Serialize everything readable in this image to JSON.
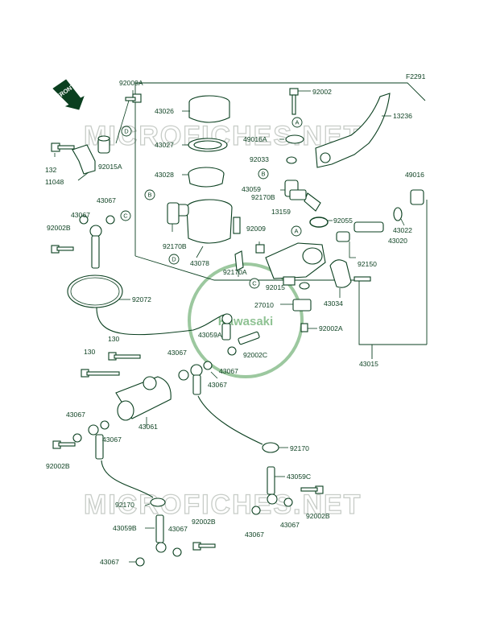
{
  "figure_code": "F2291",
  "watermark": {
    "text": "MICROFICHES.NET"
  },
  "badge": {
    "brand": "Kawasaki"
  },
  "front_label": "FRONT",
  "refs": [
    "A",
    "B",
    "C",
    "D"
  ],
  "labels": {
    "p92009A": "92009A",
    "p132": "132",
    "p92015A": "92015A",
    "p11048": "11048",
    "p43067_a": "43067",
    "p43067_b": "43067",
    "p92002B_a": "92002B",
    "p92072": "92072",
    "p130_a": "130",
    "p130_b": "130",
    "p43061": "43061",
    "p43067_c": "43067",
    "p43067_d": "43067",
    "p92002B_b": "92002B",
    "p92170_a": "92170",
    "p43059B": "43059B",
    "p43067_e": "43067",
    "p92002B_c": "92002B",
    "p43067_f": "43067",
    "p43026": "43026",
    "p43027": "43027",
    "p43028": "43028",
    "p92170B_a": "92170B",
    "p43078": "43078",
    "p92009": "92009",
    "p92170A": "92170A",
    "p43059A": "43059A",
    "p92002C": "92002C",
    "p43067_g": "43067",
    "p43067_h": "43067",
    "p43067_i": "43067",
    "p92002": "92002",
    "p49016A": "49016A",
    "p92033": "92033",
    "p43059": "43059",
    "p92170B_b": "92170B",
    "p13159": "13159",
    "p92055": "92055",
    "p27010": "27010",
    "p92015": "92015",
    "p92002A": "92002A",
    "p43034": "43034",
    "p43015": "43015",
    "p13236": "13236",
    "p49016": "49016",
    "p43022": "43022",
    "p43020": "43020",
    "p92150": "92150",
    "p92170_b": "92170",
    "p43059C": "43059C",
    "p92002B_d": "92002B",
    "p43067_j": "43067",
    "p43067_k": "43067"
  }
}
